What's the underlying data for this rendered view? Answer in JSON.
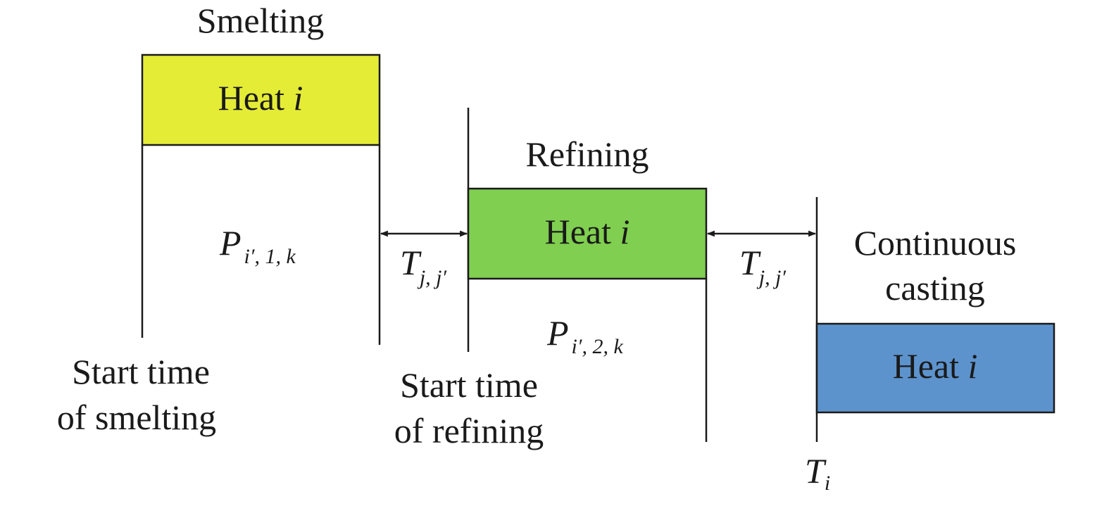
{
  "stages": {
    "smelting": {
      "title": "Smelting",
      "box_label": "Heat",
      "box_var": "i",
      "color": "#e5ec36"
    },
    "refining": {
      "title": "Refining",
      "box_label": "Heat",
      "box_var": "i",
      "color": "#80cf50"
    },
    "casting": {
      "title_line1": "Continuous",
      "title_line2": "casting",
      "box_label": "Heat",
      "box_var": "i",
      "color": "#5d93cd"
    }
  },
  "processing": {
    "p1": {
      "symbol": "P",
      "subscript": "i′, 1, k"
    },
    "p2": {
      "symbol": "P",
      "subscript": "i′, 2, k"
    }
  },
  "transfer": {
    "t1": {
      "symbol": "T",
      "subscript": "j, j′"
    },
    "t2": {
      "symbol": "T",
      "subscript": "j, j′"
    }
  },
  "start_labels": {
    "smelting_line1": "Start time",
    "smelting_line2": "of smelting",
    "refining_line1": "Start time",
    "refining_line2": "of refining"
  },
  "casting_time": {
    "symbol": "T",
    "subscript": "i"
  }
}
